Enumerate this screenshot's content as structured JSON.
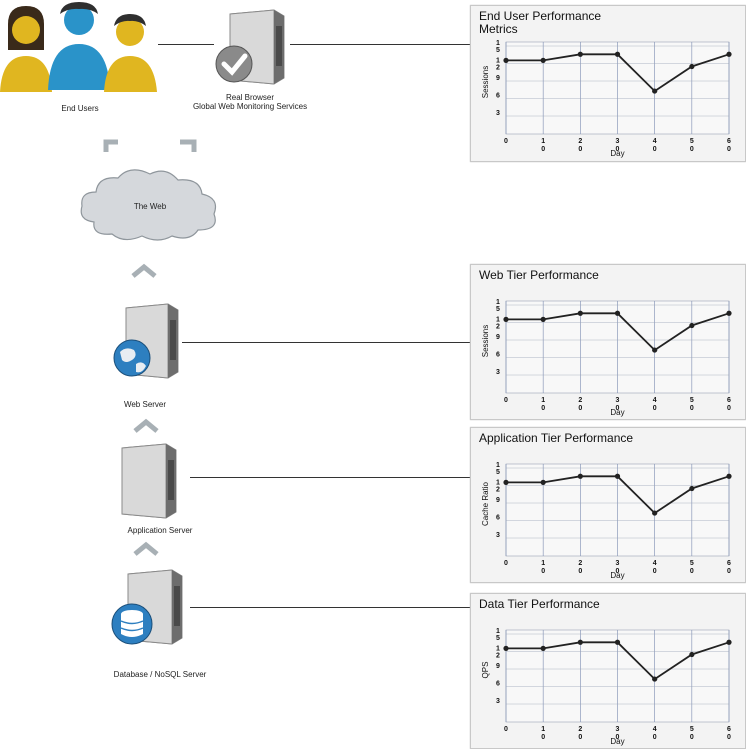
{
  "nodes": {
    "end_users": "End Users",
    "real_browser_line1": "Real Browser",
    "real_browser_line2": "Global Web Monitoring Services",
    "the_web": "The Web",
    "web_server": "Web Server",
    "application_server": "Application Server",
    "database_server": "Database / NoSQL Server"
  },
  "colors": {
    "person_yellow": "#e0b620",
    "person_blue": "#2a93c9",
    "server_body": "#bfbfbf",
    "server_front": "#7a7a7a",
    "arrow": "#a8b0b5",
    "cloud": "#d5d8dc",
    "line_plot": "#222222",
    "grid": "#7a8ab0",
    "panel_bg": "#f3f3f3"
  },
  "icons": [
    "person-icon",
    "server-icon",
    "checkmark-icon",
    "globe-icon",
    "database-icon",
    "cloud-icon",
    "up-arrow-icon"
  ],
  "chart_data": [
    {
      "type": "line",
      "title": "End User Performance\nMetrics",
      "xlabel": "Day",
      "ylabel": "Sessions",
      "x_ticks": [
        [
          "0",
          ""
        ],
        [
          "1",
          "0"
        ],
        [
          "2",
          "0"
        ],
        [
          "3",
          "0"
        ],
        [
          "4",
          "0"
        ],
        [
          "5",
          "0"
        ],
        [
          "6",
          "0"
        ]
      ],
      "y_ticks": [
        [
          "1",
          "5"
        ],
        [
          "1",
          "2"
        ],
        [
          "9",
          ""
        ],
        [
          "6",
          ""
        ],
        [
          "3",
          ""
        ]
      ],
      "x": [
        0,
        10,
        20,
        30,
        40,
        50,
        60
      ],
      "values": [
        12,
        12,
        13,
        13,
        7,
        11,
        13
      ],
      "ylim": [
        0,
        15
      ],
      "grid": true
    },
    {
      "type": "line",
      "title": "Web Tier Performance",
      "xlabel": "Day",
      "ylabel": "Sessions",
      "x_ticks": [
        [
          "0",
          ""
        ],
        [
          "1",
          "0"
        ],
        [
          "2",
          "0"
        ],
        [
          "3",
          "0"
        ],
        [
          "4",
          "0"
        ],
        [
          "5",
          "0"
        ],
        [
          "6",
          "0"
        ]
      ],
      "y_ticks": [
        [
          "1",
          "5"
        ],
        [
          "1",
          "2"
        ],
        [
          "9",
          ""
        ],
        [
          "6",
          ""
        ],
        [
          "3",
          ""
        ]
      ],
      "x": [
        0,
        10,
        20,
        30,
        40,
        50,
        60
      ],
      "values": [
        12,
        12,
        13,
        13,
        7,
        11,
        13
      ],
      "ylim": [
        0,
        15
      ],
      "grid": true
    },
    {
      "type": "line",
      "title": "Application Tier Performance",
      "xlabel": "Day",
      "ylabel": "Cache Ratio",
      "x_ticks": [
        [
          "0",
          ""
        ],
        [
          "1",
          "0"
        ],
        [
          "2",
          "0"
        ],
        [
          "3",
          "0"
        ],
        [
          "4",
          "0"
        ],
        [
          "5",
          "0"
        ],
        [
          "6",
          "0"
        ]
      ],
      "y_ticks": [
        [
          "1",
          "5"
        ],
        [
          "1",
          "2"
        ],
        [
          "9",
          ""
        ],
        [
          "6",
          ""
        ],
        [
          "3",
          ""
        ]
      ],
      "x": [
        0,
        10,
        20,
        30,
        40,
        50,
        60
      ],
      "values": [
        12,
        12,
        13,
        13,
        7,
        11,
        13
      ],
      "ylim": [
        0,
        15
      ],
      "grid": true
    },
    {
      "type": "line",
      "title": "Data Tier Performance",
      "xlabel": "Day",
      "ylabel": "QPS",
      "x_ticks": [
        [
          "0",
          ""
        ],
        [
          "1",
          "0"
        ],
        [
          "2",
          "0"
        ],
        [
          "3",
          "0"
        ],
        [
          "4",
          "0"
        ],
        [
          "5",
          "0"
        ],
        [
          "6",
          "0"
        ]
      ],
      "y_ticks": [
        [
          "1",
          "5"
        ],
        [
          "1",
          "2"
        ],
        [
          "9",
          ""
        ],
        [
          "6",
          ""
        ],
        [
          "3",
          ""
        ]
      ],
      "x": [
        0,
        10,
        20,
        30,
        40,
        50,
        60
      ],
      "values": [
        12,
        12,
        13,
        13,
        7,
        11,
        13
      ],
      "ylim": [
        0,
        15
      ],
      "grid": true
    }
  ]
}
